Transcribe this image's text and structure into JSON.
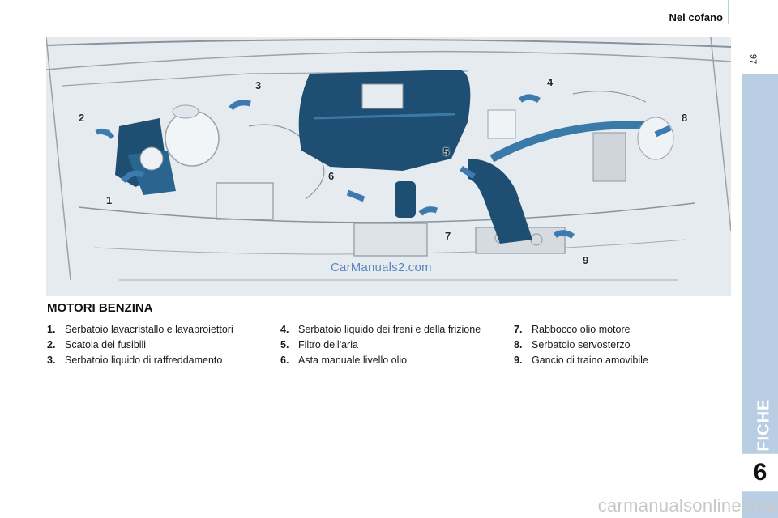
{
  "header": {
    "title": "Nel cofano",
    "page_number": "97"
  },
  "sidebar": {
    "section_label": "VERIFICHE",
    "chapter_number": "6"
  },
  "illustration": {
    "watermark": "CarManuals2.com",
    "callouts": [
      "1",
      "2",
      "3",
      "4",
      "5",
      "6",
      "7",
      "8",
      "9"
    ]
  },
  "section": {
    "title": "MOTORI BENZINA"
  },
  "legend": {
    "column1": [
      {
        "num": "1.",
        "text": "Serbatoio lavacristallo e lavaproiettori"
      },
      {
        "num": "2.",
        "text": "Scatola dei fusibili"
      },
      {
        "num": "3.",
        "text": "Serbatoio liquido di raffreddamento"
      }
    ],
    "column2": [
      {
        "num": "4.",
        "text": "Serbatoio liquido dei freni e della frizione"
      },
      {
        "num": "5.",
        "text": "Filtro dell'aria"
      },
      {
        "num": "6.",
        "text": "Asta manuale livello olio"
      }
    ],
    "column3": [
      {
        "num": "7.",
        "text": "Rabbocco olio motore"
      },
      {
        "num": "8.",
        "text": "Serbatoio servosterzo"
      },
      {
        "num": "9.",
        "text": "Gancio di traino amovibile"
      }
    ]
  },
  "footer": {
    "watermark": "carmanualsonline.info"
  },
  "colors": {
    "sidebar": "#b9cee3",
    "accent_blue": "#1e4f72",
    "arrow_blue": "#3d7ab0"
  }
}
